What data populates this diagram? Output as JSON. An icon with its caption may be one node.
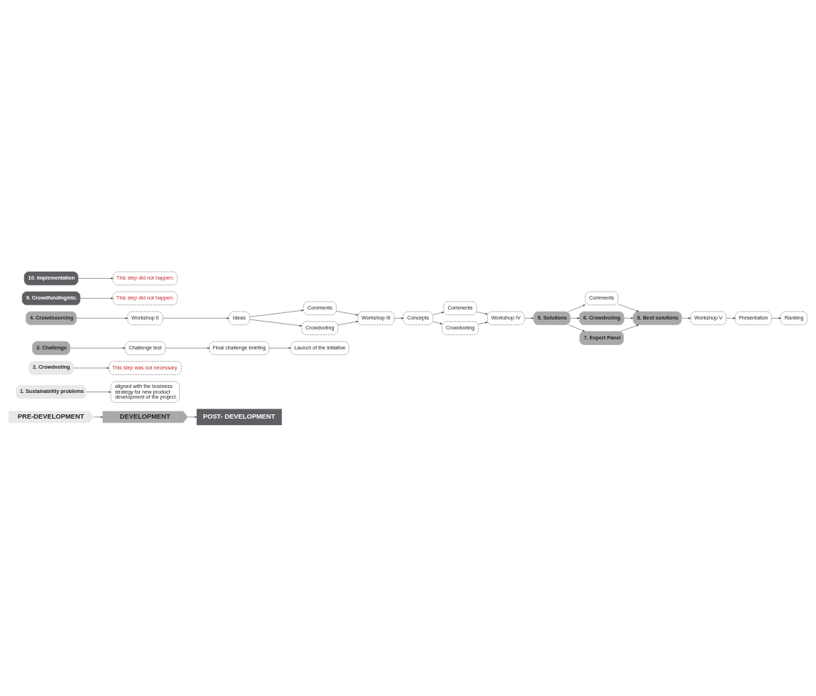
{
  "diagram": {
    "nodes": [
      {
        "text": [
          "PRE-DEVELOPMENT"
        ]
      },
      {
        "text": [
          "DEVELOPMENT"
        ]
      },
      {
        "text": [
          "POST- DEVELOPMENT"
        ]
      },
      {
        "text": [
          "1. Sustainability problems"
        ]
      },
      {
        "text": [
          "aligned with the business strategy for new product development of the project."
        ]
      },
      {
        "text": [
          "2. Crowdvoting"
        ]
      },
      {
        "text": [
          "This step was not necessary."
        ]
      },
      {
        "text": [
          "3. Challenge"
        ]
      },
      {
        "text": [
          "Challenge test"
        ]
      },
      {
        "text": [
          "Final challenge briefing"
        ]
      },
      {
        "text": [
          "Launch of the initiative"
        ]
      },
      {
        "text": [
          "4. Crowdsourcing"
        ]
      },
      {
        "text": [
          "Workshop II"
        ]
      },
      {
        "text": [
          "Ideas"
        ]
      },
      {
        "text": [
          "Comments"
        ]
      },
      {
        "text": [
          "Crowdvoting"
        ]
      },
      {
        "text": [
          "Workshop III"
        ]
      },
      {
        "text": [
          "Concepts"
        ]
      },
      {
        "text": [
          "Comments"
        ]
      },
      {
        "text": [
          "Crowdvoting"
        ]
      },
      {
        "text": [
          "Workshop IV"
        ]
      },
      {
        "text": [
          "5. Solutions"
        ]
      },
      {
        "text": [
          "Comments"
        ]
      },
      {
        "text": [
          "6. Crowdvoting"
        ]
      },
      {
        "text": [
          "7. Expert Panel"
        ]
      },
      {
        "text": [
          "8. Best solutions"
        ]
      },
      {
        "text": [
          "Workshop V"
        ]
      },
      {
        "text": [
          "Presentation"
        ]
      },
      {
        "text": [
          "Ranking"
        ]
      },
      {
        "text": [
          "9. Crowdfunding/etc."
        ]
      },
      {
        "text": [
          "This step did not happen."
        ]
      },
      {
        "text": [
          "10. Implementation"
        ]
      },
      {
        "text": [
          "This step did not happen."
        ]
      }
    ],
    "edges": [
      {
        "from": 0,
        "to": 1,
        "arrow": "to"
      },
      {
        "from": 1,
        "to": 2,
        "arrow": "to"
      },
      {
        "from": 3,
        "to": 4,
        "arrow": "to"
      },
      {
        "from": 5,
        "to": 6,
        "arrow": "to"
      },
      {
        "from": 7,
        "to": 8,
        "arrow": "to"
      },
      {
        "from": 8,
        "to": 9,
        "arrow": "to"
      },
      {
        "from": 9,
        "to": 10,
        "arrow": "to"
      },
      {
        "from": 11,
        "to": 12,
        "arrow": "to"
      },
      {
        "from": 12,
        "to": 13,
        "arrow": "to"
      },
      {
        "from": 13,
        "to": 14,
        "arrow": "to"
      },
      {
        "from": 13,
        "to": 15,
        "arrow": "to"
      },
      {
        "from": 14,
        "to": 16,
        "arrow": "to"
      },
      {
        "from": 15,
        "to": 16,
        "arrow": "to"
      },
      {
        "from": 16,
        "to": 17,
        "arrow": "to"
      },
      {
        "from": 17,
        "to": 18,
        "arrow": "to"
      },
      {
        "from": 17,
        "to": 19,
        "arrow": "to"
      },
      {
        "from": 18,
        "to": 20,
        "arrow": "to"
      },
      {
        "from": 19,
        "to": 20,
        "arrow": "to"
      },
      {
        "from": 20,
        "to": 21,
        "arrow": "to"
      },
      {
        "from": 21,
        "to": 22,
        "arrow": "to"
      },
      {
        "from": 21,
        "to": 23,
        "arrow": "to"
      },
      {
        "from": 21,
        "to": 24,
        "arrow": "to"
      },
      {
        "from": 22,
        "to": 25,
        "arrow": "to"
      },
      {
        "from": 23,
        "to": 25,
        "arrow": "to"
      },
      {
        "from": 24,
        "to": 25,
        "arrow": "to"
      },
      {
        "from": 25,
        "to": 26,
        "arrow": "to"
      },
      {
        "from": 26,
        "to": 27,
        "arrow": "to"
      },
      {
        "from": 27,
        "to": 28,
        "arrow": "to"
      },
      {
        "from": 29,
        "to": 30,
        "arrow": "to"
      },
      {
        "from": 31,
        "to": 32,
        "arrow": "to"
      }
    ]
  }
}
